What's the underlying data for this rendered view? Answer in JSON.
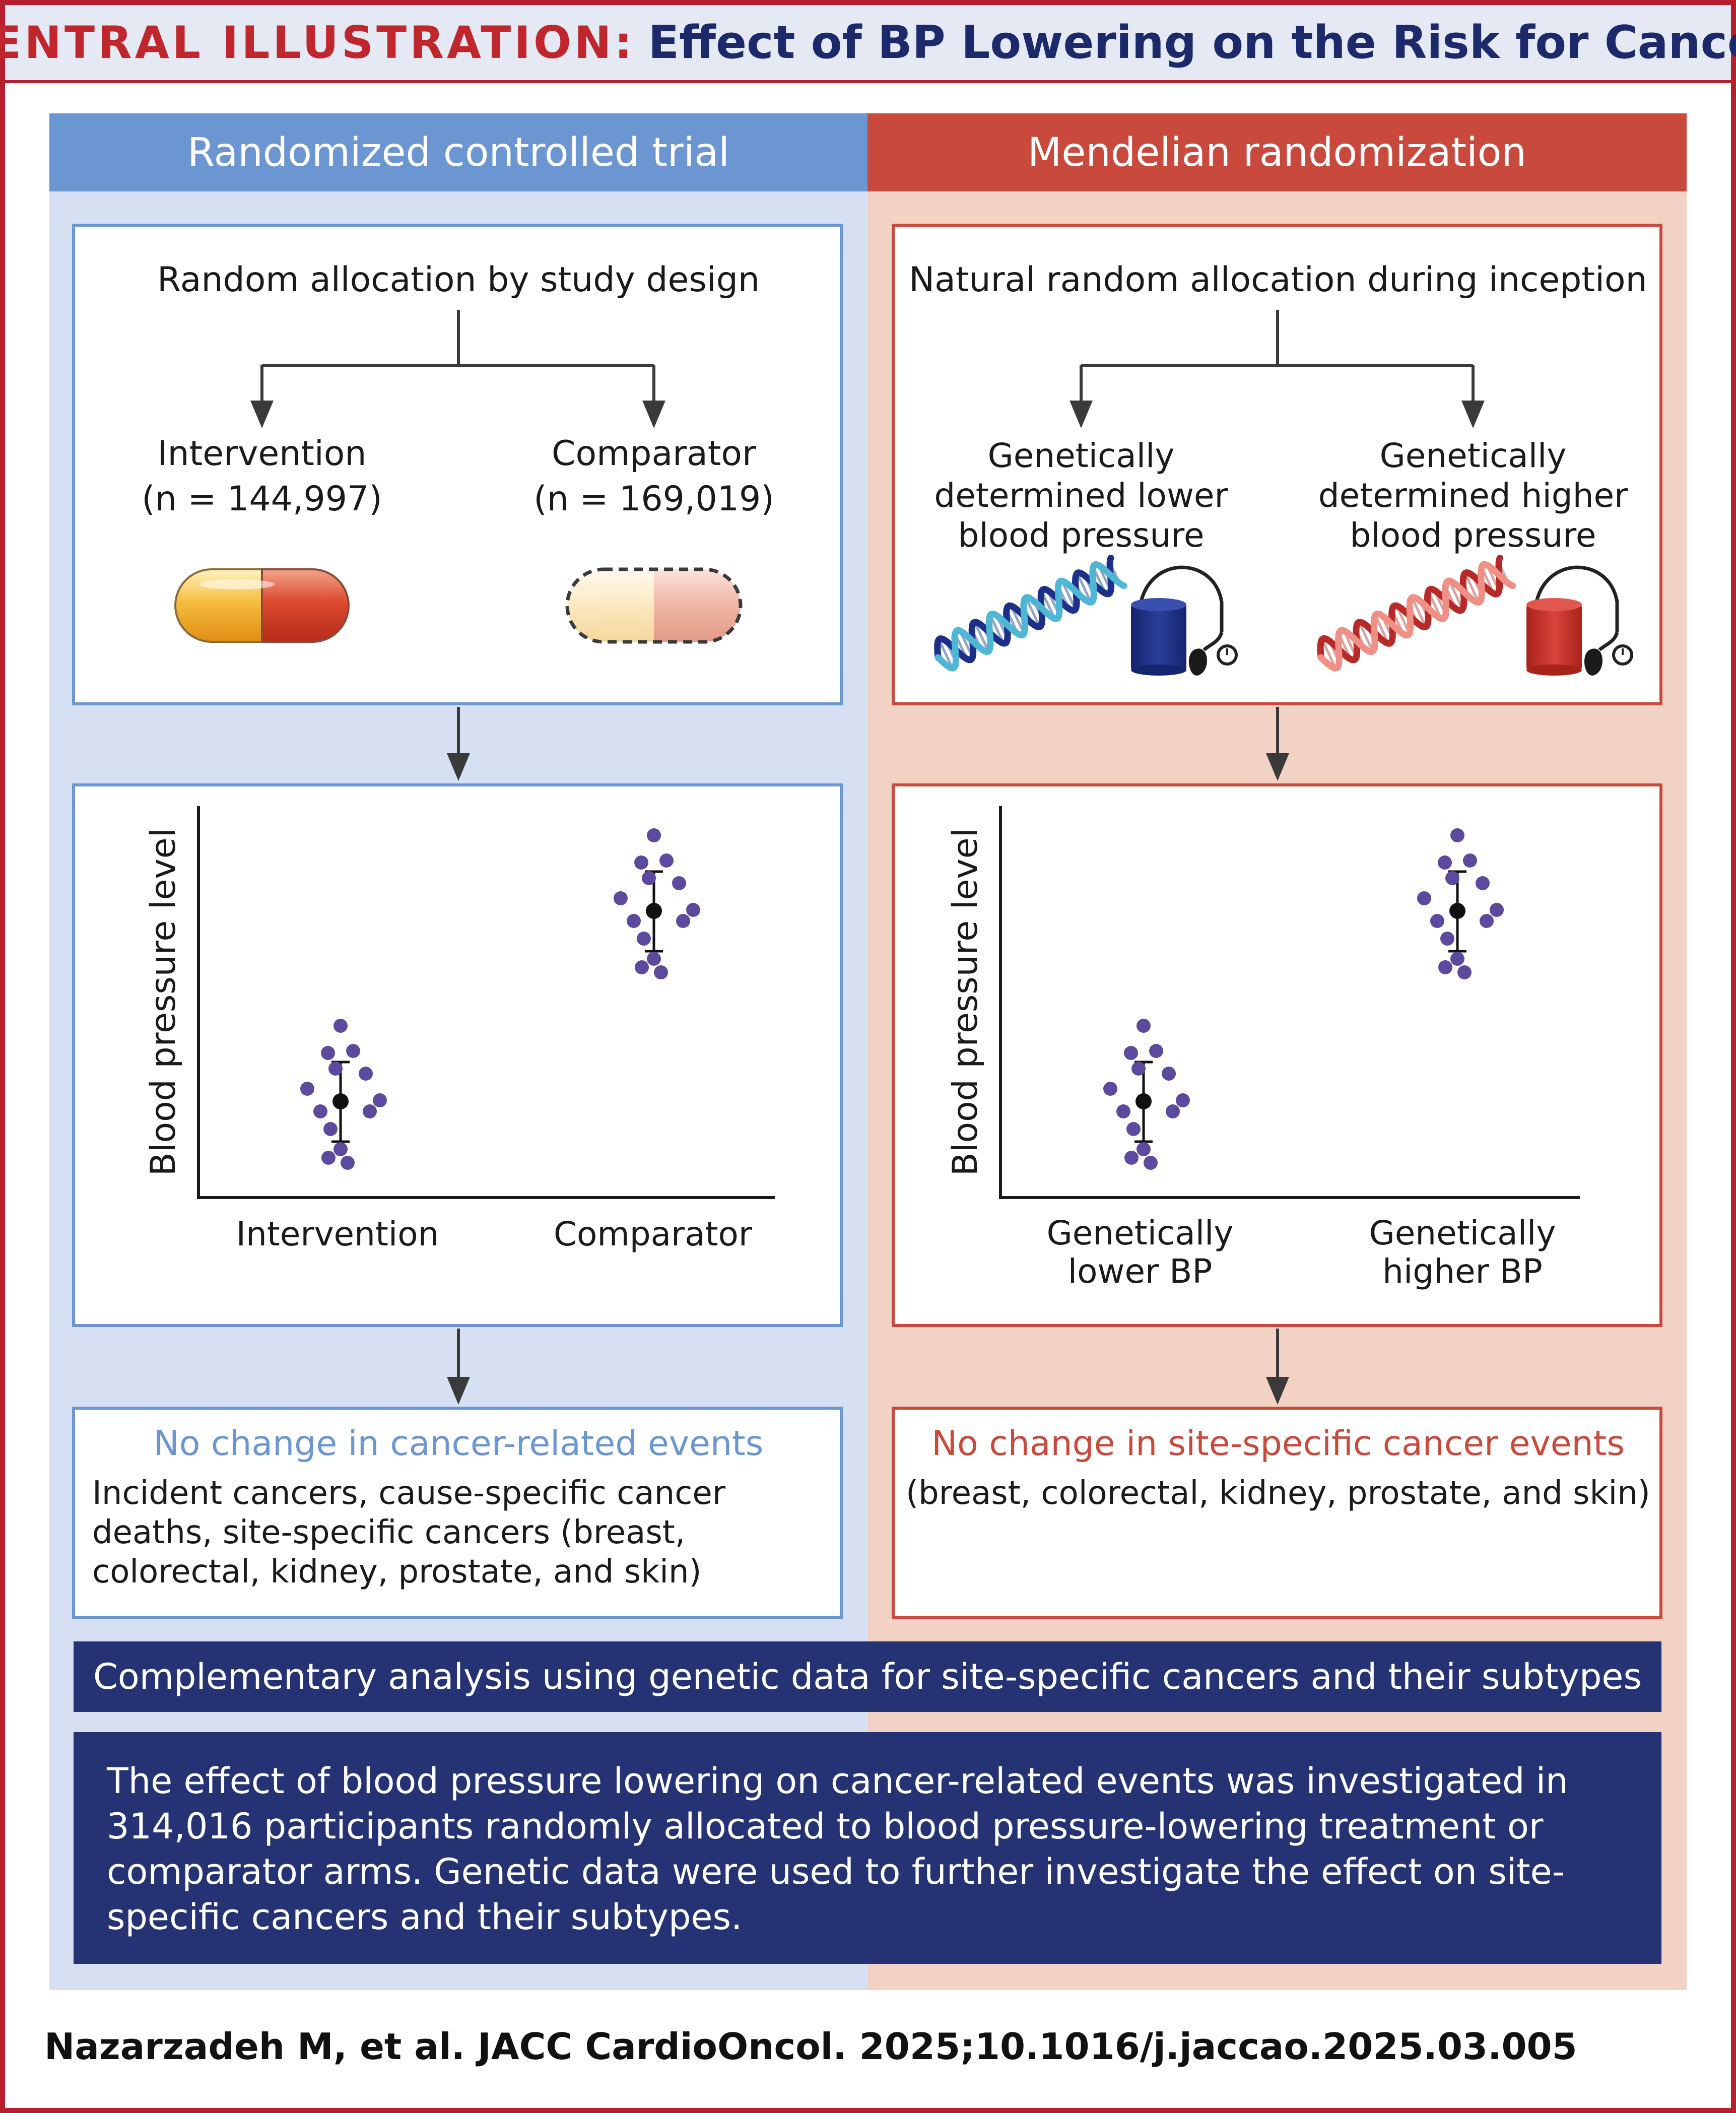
{
  "title": {
    "label": "CENTRAL ILLUSTRATION:",
    "text": "Effect of BP Lowering on the Risk for Cancer"
  },
  "left": {
    "heading": "Randomized controlled trial",
    "allocation": "Random allocation by study design",
    "arm1": {
      "label": "Intervention",
      "n": "(n = 144,997)"
    },
    "arm2": {
      "label": "Comparator",
      "n": "(n = 169,019)"
    },
    "ylabel": "Blood pressure level",
    "xlabel1": "Intervention",
    "xlabel2": "Comparator",
    "result_title": "No change in cancer-related events",
    "result_body": "Incident cancers, cause-specific cancer deaths, site-specific cancers (breast, colorectal, kidney, prostate, and skin)"
  },
  "right": {
    "heading": "Mendelian randomization",
    "allocation": "Natural random allocation during inception",
    "arm1": {
      "line1": "Genetically",
      "line2": "determined lower",
      "line3": "blood pressure"
    },
    "arm2": {
      "line1": "Genetically",
      "line2": "determined higher",
      "line3": "blood pressure"
    },
    "ylabel": "Blood pressure level",
    "xlabel1": {
      "line1": "Genetically",
      "line2": "lower BP"
    },
    "xlabel2": {
      "line1": "Genetically",
      "line2": "higher BP"
    },
    "result_title": "No change in site-specific cancer events",
    "result_body": "(breast, colorectal, kidney, prostate, and skin)"
  },
  "banner1": "Complementary analysis using genetic data for site-specific cancers and their subtypes",
  "summary": "The effect of blood pressure lowering on cancer-related events was investigated in 314,016 participants randomly allocated to blood pressure-lowering treatment or comparator arms. Genetic data were used to further investigate the effect on site-specific cancers and their subtypes.",
  "citation": "Nazarzadeh M, et al. JACC CardioOncol. 2025;10.1016/j.jaccao.2025.03.005",
  "colors": {
    "accent_red": "#c0272d",
    "navy": "#253273",
    "blue_header": "#6b96d1",
    "red_header": "#c94a3d",
    "blue_panel": "#d6e0f2",
    "red_panel": "#f2d2c4",
    "dot": "#5b4a9d"
  },
  "icons": [
    "full-capsule-icon",
    "dashed-capsule-icon",
    "blue-dna-icon",
    "blue-bp-cuff-icon",
    "red-dna-icon",
    "red-bp-cuff-icon"
  ]
}
